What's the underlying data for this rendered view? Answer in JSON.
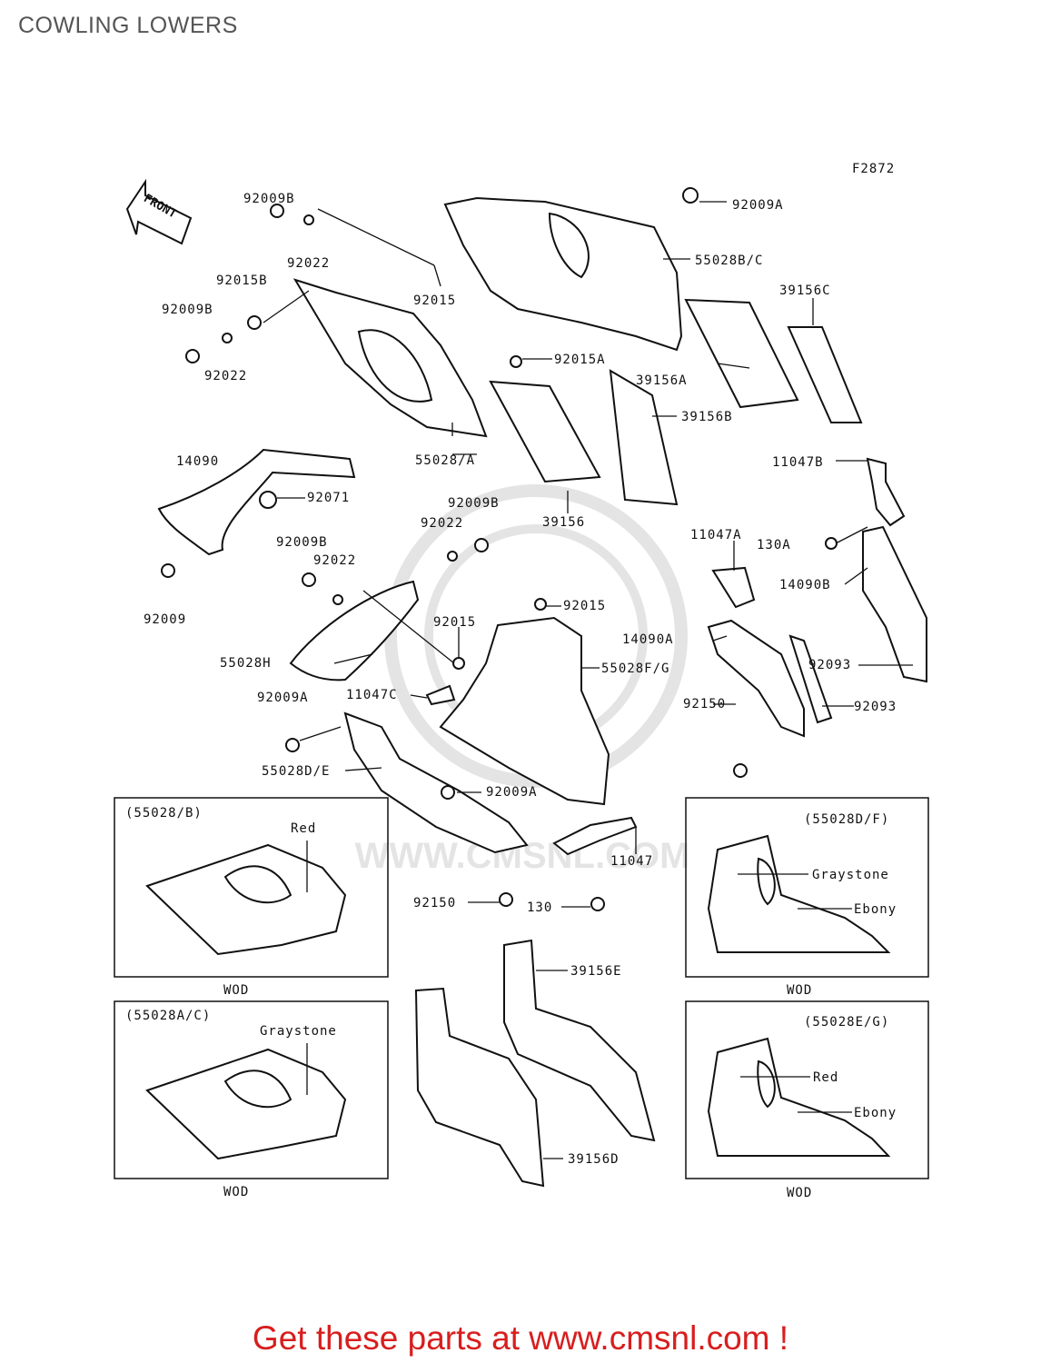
{
  "title": "COWLING LOWERS",
  "figure_code": "F2872",
  "front_label": "FRONT",
  "watermark": "WWW.CMSNL.COM",
  "banner": "Get these parts at www.cmsnl.com !",
  "labels": {
    "p92009B_1": "92009B",
    "p92022_1": "92022",
    "p92015B": "92015B",
    "p92009B_2": "92009B",
    "p92022_2": "92022",
    "p92015": "92015",
    "p92009A_top": "92009A",
    "p55028BC": "55028B/C",
    "p39156C": "39156C",
    "p92015A": "92015A",
    "p39156A": "39156A",
    "p39156B": "39156B",
    "p55028A": "55028/A",
    "p14090": "14090",
    "p92071": "92071",
    "p39156": "39156",
    "p11047B": "11047B",
    "p92009B_3": "92009B",
    "p92022_3": "92022",
    "p11047A": "11047A",
    "p130A": "130A",
    "p92009B_4": "92009B",
    "p92022_4": "92022",
    "p14090B": "14090B",
    "p92009": "92009",
    "p92015_2": "92015",
    "p92015_3": "92015",
    "p14090A": "14090A",
    "p55028H": "55028H",
    "p55028FG": "55028F/G",
    "p92093_1": "92093",
    "p11047C": "11047C",
    "p92009A_mid": "92009A",
    "p92150_1": "92150",
    "p92093_2": "92093",
    "p55028DE": "55028D/E",
    "p92009A_low": "92009A",
    "p11047": "11047",
    "p92150_2": "92150",
    "p130": "130",
    "p39156E": "39156E",
    "p39156D": "39156D"
  },
  "insets": [
    {
      "title": "(55028/B)",
      "color_label": "Red",
      "footer": "WOD"
    },
    {
      "title": "(55028D/F)",
      "color_label_1": "Graystone",
      "color_label_2": "Ebony",
      "footer": "WOD"
    },
    {
      "title": "(55028A/C)",
      "color_label": "Graystone",
      "footer": "WOD"
    },
    {
      "title": "(55028E/G)",
      "color_label_1": "Red",
      "color_label_2": "Ebony",
      "footer": "WOD"
    }
  ]
}
